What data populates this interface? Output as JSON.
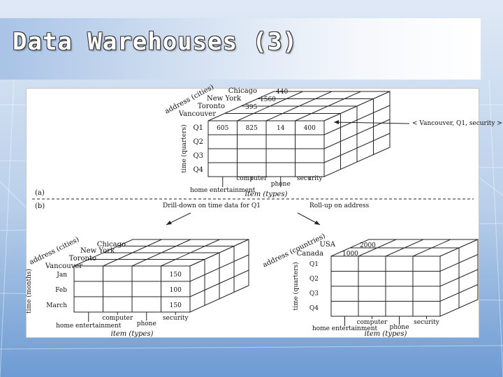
{
  "slide": {
    "title": "Data Warehouses (3)"
  },
  "cube_a": {
    "panel_label": "(a)",
    "address_axis": "address (cities)",
    "cities": [
      "Chicago",
      "New York",
      "Toronto",
      "Vancouver"
    ],
    "back_values": [
      "440",
      "1560",
      "395"
    ],
    "time_axis": "time (quarters)",
    "quarters": [
      "Q1",
      "Q2",
      "Q3",
      "Q4"
    ],
    "q1_row": [
      "605",
      "825",
      "14",
      "400"
    ],
    "item_axis": "item (types)",
    "items_top": [
      "computer",
      "security"
    ],
    "items_bottom": [
      "home entertainment",
      "phone"
    ],
    "callout": "< Vancouver, Q1, security >"
  },
  "split": {
    "panel_label": "(b)",
    "left_op": "Drill-down on time data for Q1",
    "right_op": "Roll-up on address"
  },
  "cube_b": {
    "address_axis": "address (cities)",
    "cities": [
      "Chicago",
      "New York",
      "Toronto",
      "Vancouver"
    ],
    "time_axis": "time (months)",
    "months": [
      "Jan",
      "Feb",
      "March"
    ],
    "security_values": [
      "150",
      "100",
      "150"
    ],
    "item_axis": "item (types)",
    "items_top": [
      "computer",
      "security"
    ],
    "items_bottom": [
      "home entertainment",
      "phone"
    ]
  },
  "cube_c": {
    "address_axis": "address (countries)",
    "countries": [
      "USA",
      "Canada"
    ],
    "back_values": [
      "2000",
      "1000"
    ],
    "time_axis": "time (quarters)",
    "quarters": [
      "Q1",
      "Q2",
      "Q3",
      "Q4"
    ],
    "item_axis": "item (types)",
    "items_top": [
      "computer",
      "security"
    ],
    "items_bottom": [
      "home entertainment",
      "phone"
    ]
  }
}
